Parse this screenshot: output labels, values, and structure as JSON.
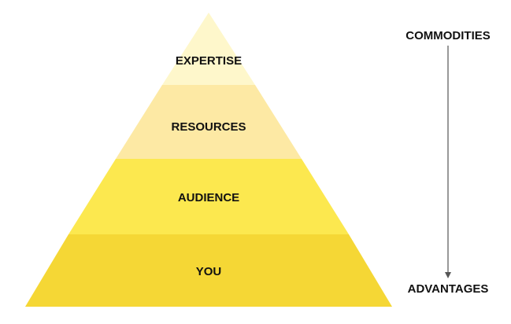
{
  "pyramid": {
    "tiers": [
      {
        "label": "EXPERTISE",
        "color": "#FEF7CB"
      },
      {
        "label": "RESOURCES",
        "color": "#FDE9A4"
      },
      {
        "label": "AUDIENCE",
        "color": "#FCE84F"
      },
      {
        "label": "YOU",
        "color": "#F5D735"
      }
    ]
  },
  "scale": {
    "top_label": "COMMODITIES",
    "bottom_label": "ADVANTAGES",
    "arrow_color": "#555555"
  }
}
